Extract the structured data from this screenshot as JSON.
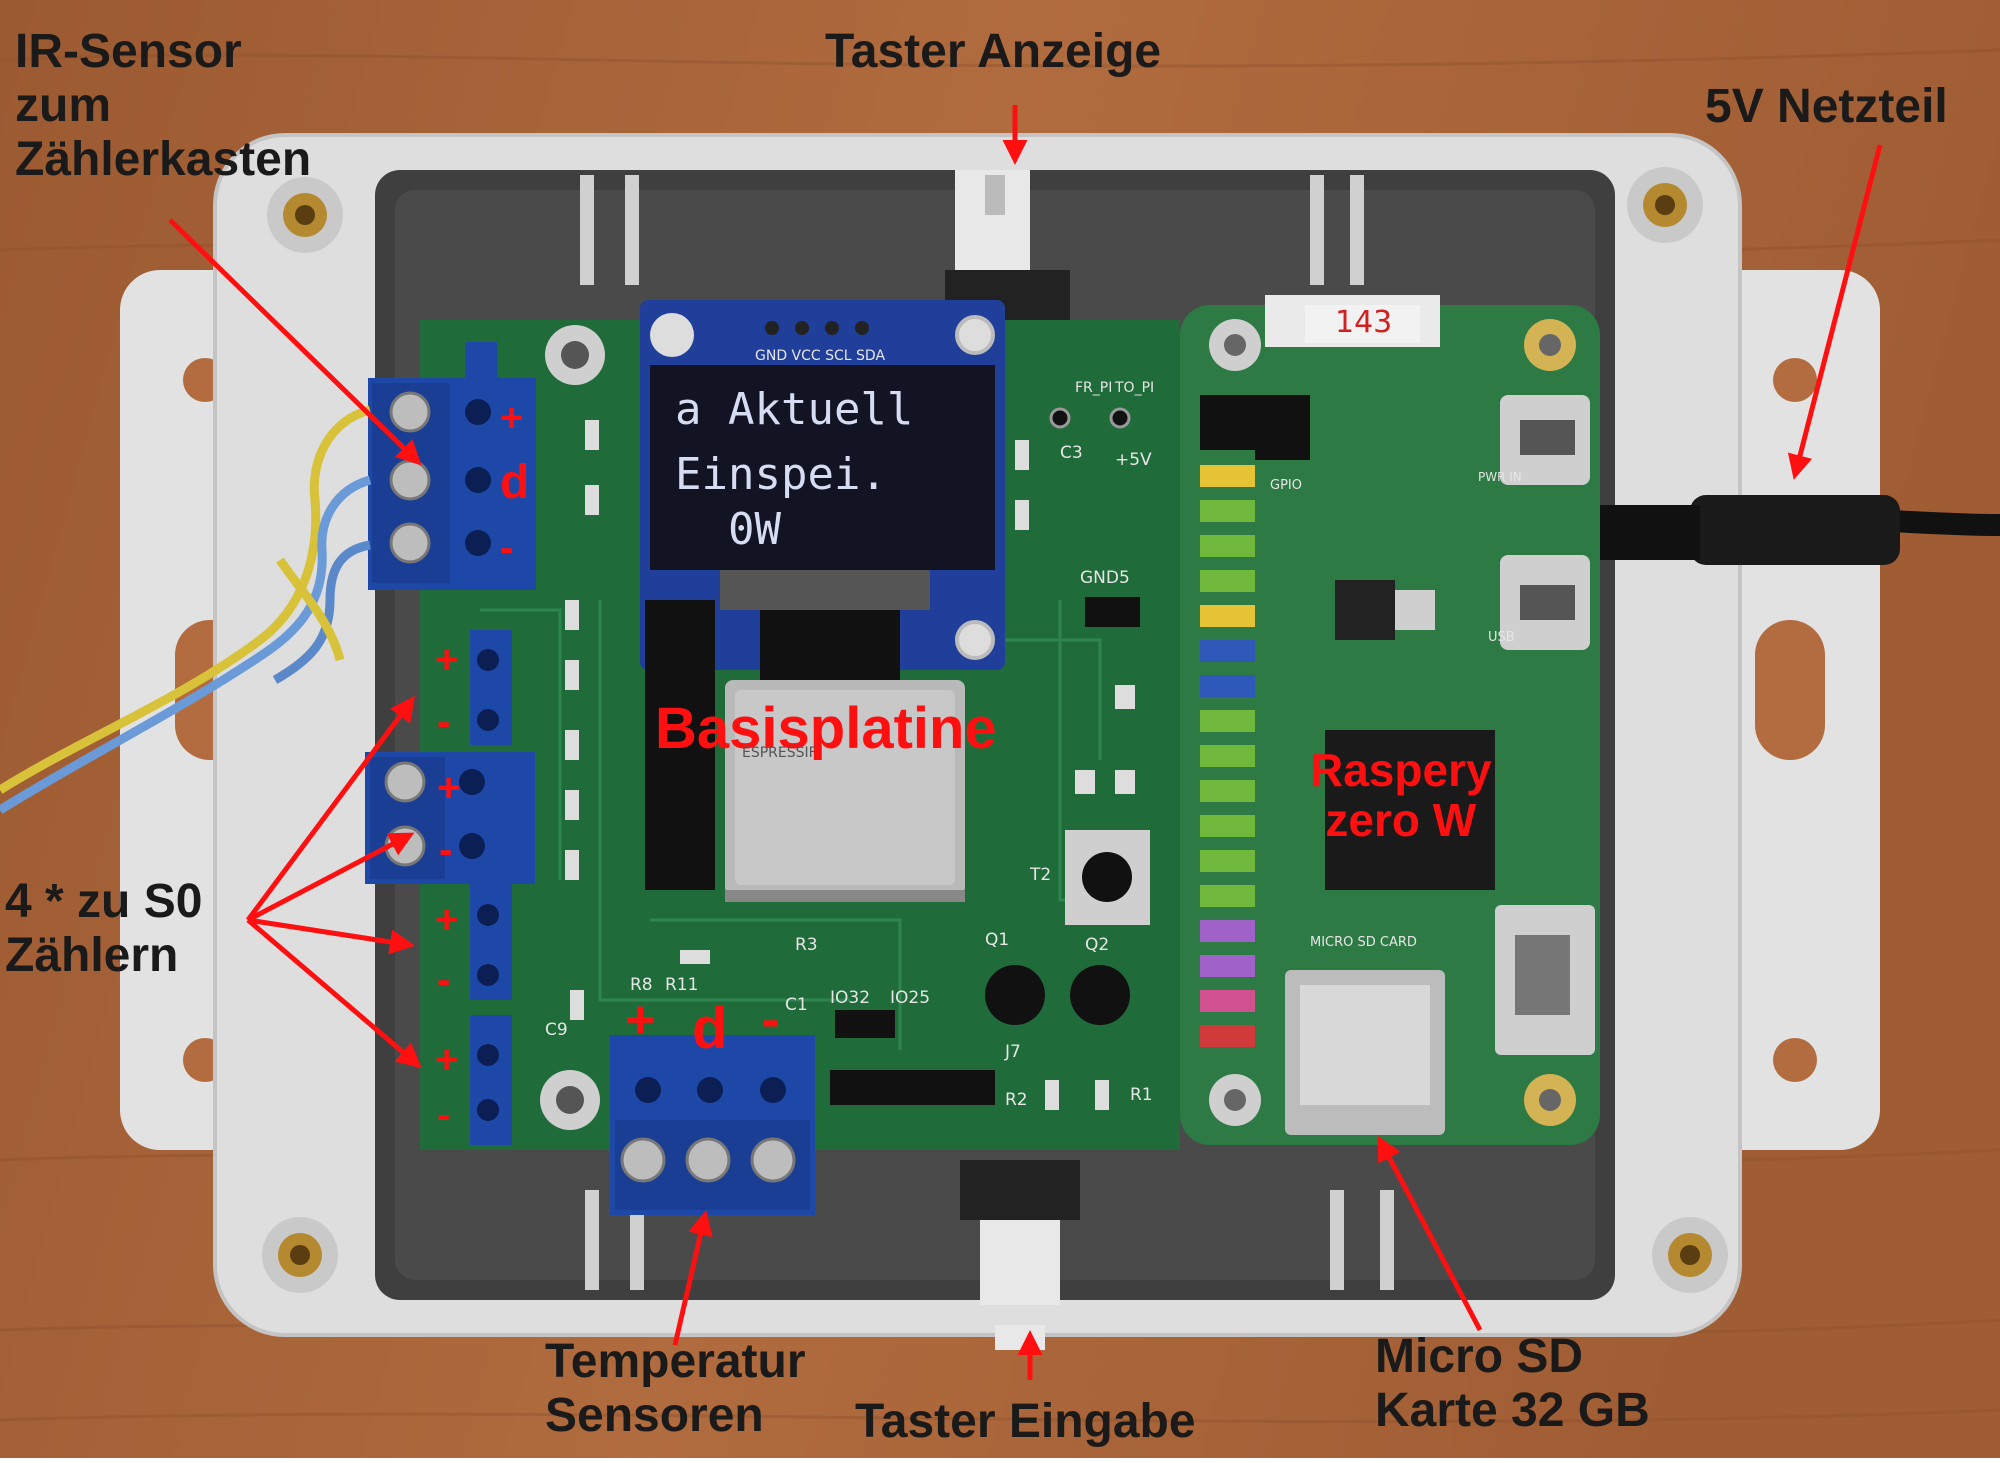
{
  "labels": {
    "ir_sensor": [
      "IR-Sensor",
      "zum",
      "Zählerkasten"
    ],
    "taster_anzeige": "Taster Anzeige",
    "netzteil": "5V Netzteil",
    "s0_zaehler": [
      "4 * zu S0",
      "Zählern"
    ],
    "temperatur": [
      "Temperatur",
      "Sensoren"
    ],
    "taster_eingabe": "Taster Eingabe",
    "micro_sd": [
      "Micro SD",
      "Karte 32 GB"
    ]
  },
  "board_labels": {
    "basisplatine": "Basisplatine",
    "raspberry": [
      "Raspery",
      "zero W"
    ],
    "terminal_d": "d"
  },
  "oled": {
    "line1": "a Aktuell",
    "line2": "Einspei.",
    "line3": "  0W"
  },
  "silkscreen": {
    "oled_pins": "GND VCC SCL SDA",
    "gnd5": "GND5",
    "plus5v": "+5V",
    "io32": "IO32",
    "io25": "IO25",
    "t2": "T2",
    "q1": "Q1",
    "q2": "Q2",
    "r1": "R1",
    "r2": "R2",
    "r3": "R3",
    "r8": "R8",
    "r11": "R11",
    "c1": "C1",
    "c3": "C3",
    "c9": "C9",
    "j7": "J7",
    "fr_pi": "FR_PI",
    "to_pi": "TO_PI",
    "gpio": "GPIO",
    "usb": "USB",
    "pwr_in": "PWR IN",
    "micro_sd_card": "MICRO SD CARD",
    "sticker": "143",
    "esp_brand": "ESPRESSIF"
  },
  "colors": {
    "wood": "#a8653a",
    "enclosure": "#dcdcdc",
    "pcb": "#1f6b3a",
    "rpi": "#2d7a45",
    "terminal": "#1e48a8",
    "annotation": "#ff1010"
  }
}
